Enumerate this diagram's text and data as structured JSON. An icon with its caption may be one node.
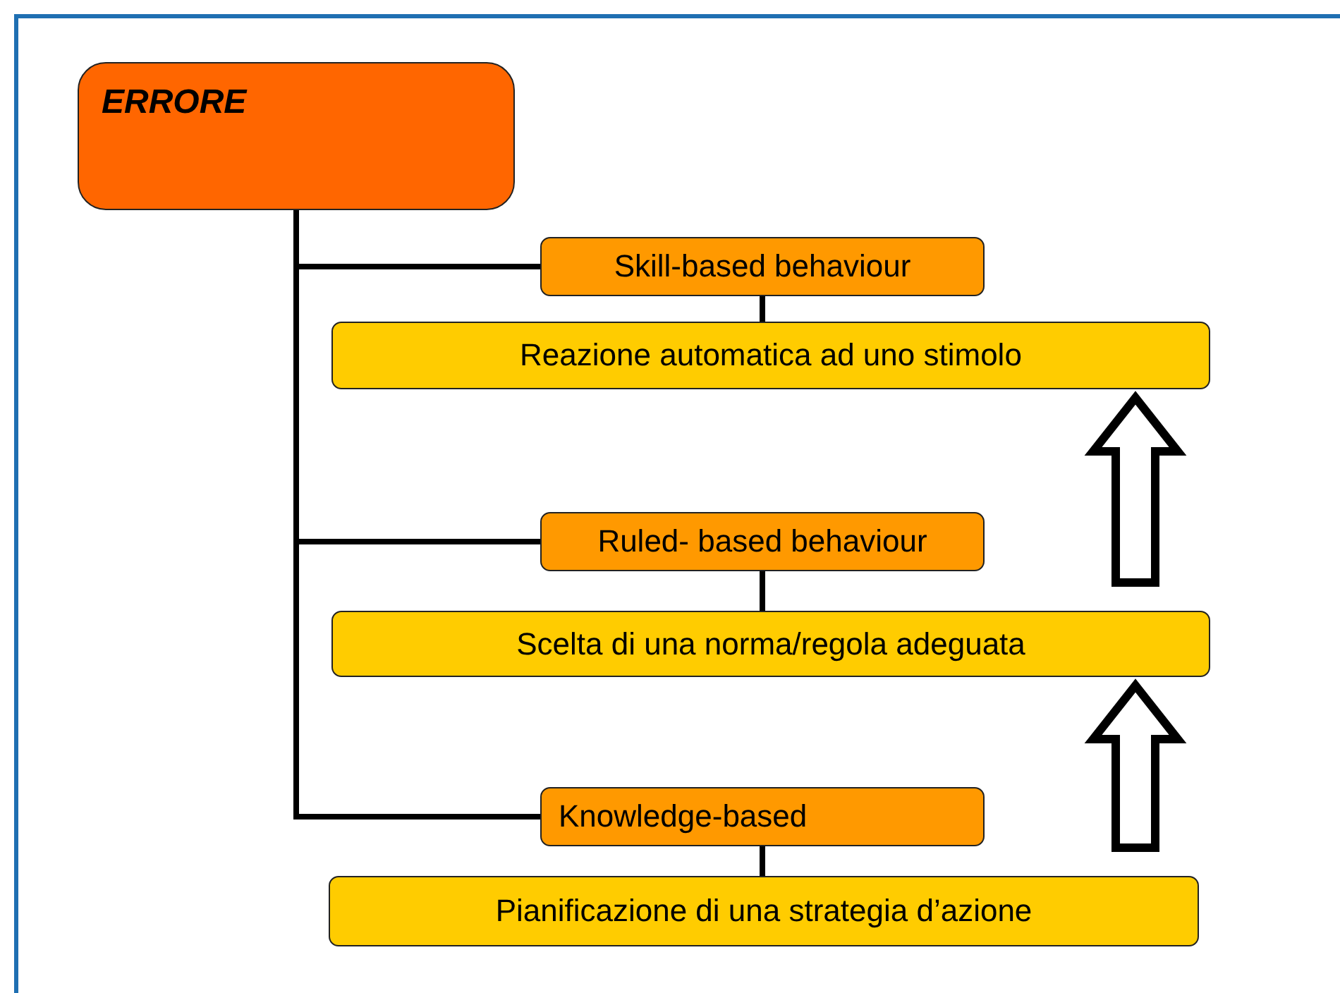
{
  "diagram": {
    "nodes": [
      {
        "text": [
          "ERRORE"
        ]
      },
      {
        "text": [
          "Skill-based behaviour"
        ]
      },
      {
        "text": [
          "Reazione automatica ad uno stimolo"
        ]
      },
      {
        "text": [
          "Ruled- based behaviour"
        ]
      },
      {
        "text": [
          "Scelta di una norma/regola adeguata"
        ]
      },
      {
        "text": [
          "Knowledge-based"
        ]
      },
      {
        "text": [
          "Pianificazione di una strategia d’azione"
        ]
      }
    ],
    "edges": [
      {
        "from": 0,
        "to": 1,
        "arrow": "none"
      },
      {
        "from": 0,
        "to": 3,
        "arrow": "none"
      },
      {
        "from": 0,
        "to": 5,
        "arrow": "none"
      },
      {
        "from": 1,
        "to": 2,
        "arrow": "none"
      },
      {
        "from": 3,
        "to": 4,
        "arrow": "none"
      },
      {
        "from": 5,
        "to": 6,
        "arrow": "none"
      },
      {
        "from": 4,
        "to": 2,
        "arrow": "to",
        "style": "thick"
      },
      {
        "from": 6,
        "to": 4,
        "arrow": "to",
        "style": "thick"
      }
    ]
  }
}
